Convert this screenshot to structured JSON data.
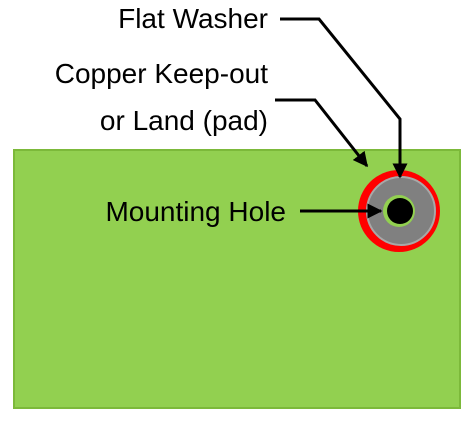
{
  "labels": {
    "flat_washer": "Flat Washer",
    "copper_keepout_line1": "Copper Keep-out",
    "copper_keepout_line2": "or Land (pad)",
    "mounting_hole": "Mounting Hole"
  },
  "colors": {
    "board": "#92d050",
    "board_border": "#7cb93a",
    "copper_keepout": "#ff0000",
    "washer": "#808080",
    "washer_border": "#a8a8a8",
    "hole": "#000000",
    "hole_ring": "#92d050",
    "arrow": "#000000",
    "background": "#ffffff"
  }
}
